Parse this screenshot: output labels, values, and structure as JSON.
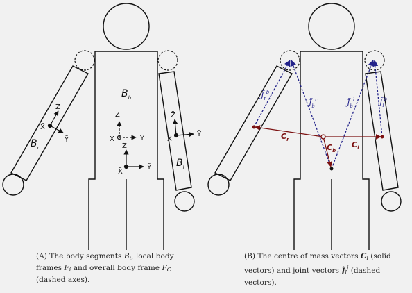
{
  "panel_a": {
    "segments": {
      "body": "B",
      "body_sub": "b",
      "right_arm": "B",
      "right_arm_sub": "r",
      "left_arm": "B",
      "left_arm_sub": "l"
    },
    "axes": {
      "z": "Z",
      "y": "Y",
      "x": "X",
      "z_tilde": "Z̃",
      "y_tilde": "Ỹ",
      "x_tilde": "X̃"
    },
    "caption": {
      "tag": "(A)",
      "text1": "The body segments ",
      "bi": "B",
      "bi_sub": "i",
      "text2": ", local body frames ",
      "fi": "F",
      "fi_sub": "i",
      "text3": " and overall body frame ",
      "fc": "F",
      "fc_sub": "C",
      "text4": " (dashed axes)."
    }
  },
  "panel_b": {
    "vectors": {
      "cr": "C",
      "cr_sub": "r",
      "cl": "C",
      "cl_sub": "l",
      "cb": "C",
      "cb_sub": "b"
    },
    "joints": {
      "j": "J̃",
      "r": "r",
      "b": "b",
      "l": "l"
    },
    "caption": {
      "tag": "(B)",
      "text1": "The centre of mass vectors ",
      "ci": "C",
      "ci_sub": "i",
      "text2": " (solid vectors) and joint vectors ",
      "ji": "J̃",
      "ji_sub": "i",
      "ji_sup": "j",
      "text3": " (dashed vectors)."
    }
  },
  "colors": {
    "solid_vector": "#7b1010",
    "dashed_vector": "#23238a",
    "outline": "#111111",
    "background": "#f1f1f1"
  }
}
